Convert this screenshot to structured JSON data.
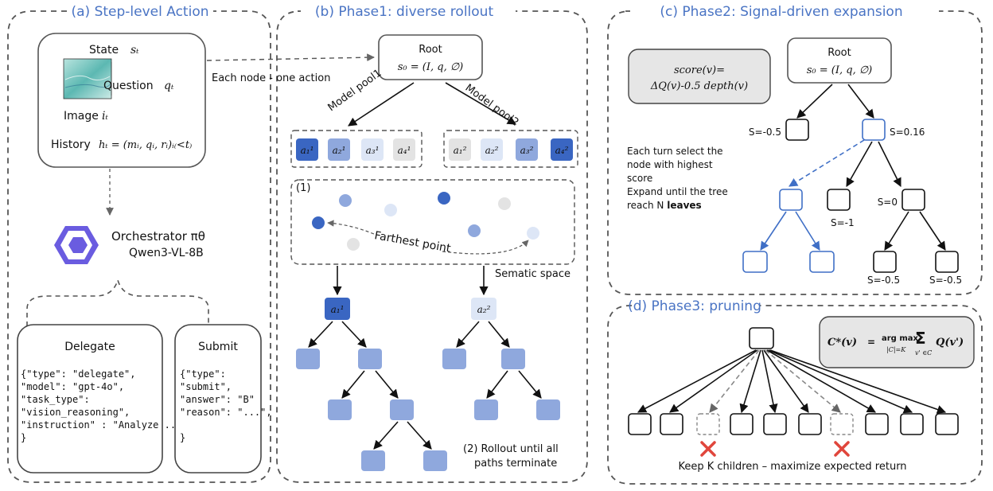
{
  "colors": {
    "title": "#4a74c4",
    "node_blue_dark": "#3a66c2",
    "node_blue_mid": "#8fa8dd",
    "node_blue_light": "#dde6f6",
    "node_gray": "#e3e3e3",
    "cross_red": "#e0463c"
  },
  "panel_a": {
    "title": "(a) Step-level Action",
    "state_label": "State",
    "state_var": "sₜ",
    "question_label": "Question",
    "question_var": "qₜ",
    "image_label": "Image",
    "image_var": "iₜ",
    "history_label": "History",
    "history_formula": "hₜ = (mᵢ, qᵢ, rᵢ)ᵢ₍<t₎",
    "orchestrator_label": "Orchestrator πθ",
    "model_name": "Qwen3-VL-8B",
    "delegate": {
      "title": "Delegate",
      "lines": [
        "{\"type\": \"delegate\",",
        "\"model\": \"gpt-4o\",",
        "\"task_type\":",
        "\"vision_reasoning\",",
        "\"instruction\" : \"Analyze ...\"",
        "}"
      ]
    },
    "submit": {
      "title": "Submit",
      "lines": [
        "{\"type\":",
        "\"submit\",",
        "\"answer\": \"B\"",
        "\"reason\": \"...\",",
        "}"
      ]
    }
  },
  "panel_b": {
    "title": "(b) Phase1: diverse rollout",
    "root_label": "Root",
    "root_formula": "s₀ = (I, q, ∅)",
    "arrow_label": "Each node - one action",
    "pool1_label": "Model pool1",
    "pool2_label": "Model pool2",
    "pool1_actions": [
      "a₁¹",
      "a₂¹",
      "a₃¹",
      "a₄¹"
    ],
    "pool2_actions": [
      "a₁²",
      "a₂²",
      "a₃²",
      "a₄²"
    ],
    "step1_label": "(1)",
    "farthest_label": "Farthest point",
    "semantic_label": "Sematic space",
    "chosen_left": "a₁¹",
    "chosen_right": "a₂²",
    "step2_line1": "(2) Rollout until all",
    "step2_line2": "paths terminate"
  },
  "panel_c": {
    "title": "(c) Phase2: Signal-driven expansion",
    "score_line1": "score(v)=",
    "score_line2": "ΔQ(v)-0.5 depth(v)",
    "root_label": "Root",
    "root_formula": "s₀ = (I, q, ∅)",
    "desc_line1": "Each turn select the",
    "desc_line2": "node with highest",
    "desc_line3": "score",
    "desc_line4": "Expand until the tree",
    "desc_line5_pre": "reach N ",
    "desc_line5_bold": "leaves",
    "scores": {
      "left": "S=-0.5",
      "right": "S=0.16",
      "mid": "S=-1",
      "zero": "S=0",
      "ll": "S=-0.5",
      "lr": "S=-0.5"
    }
  },
  "panel_d": {
    "title": "(d) Phase3: pruning",
    "formula_c": "C*(v)",
    "formula_eq": "=",
    "formula_argmax": "arg max",
    "formula_sub": "|C|=K",
    "formula_sigma": "Σ",
    "formula_sigma_sub": "v' ∈C",
    "formula_q": "Q(v')",
    "caption": "Keep K children – maximize expected return"
  }
}
